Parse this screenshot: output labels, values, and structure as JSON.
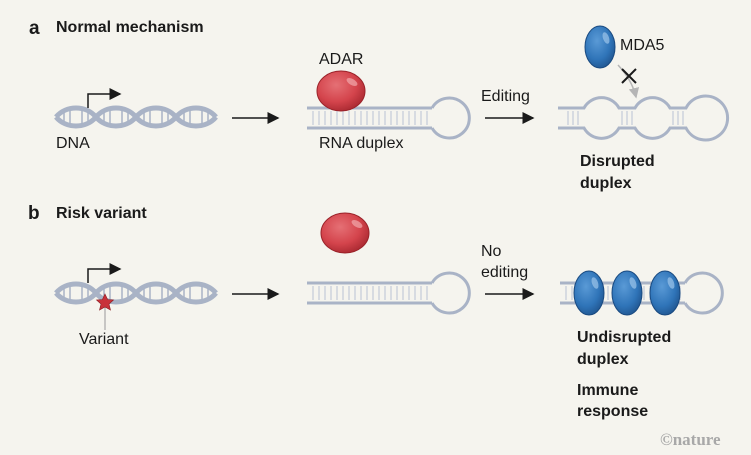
{
  "panels": [
    {
      "letter": "a",
      "title": "Normal mechanism",
      "dna_label": "DNA",
      "protein_label": "ADAR",
      "rna_label": "RNA duplex",
      "step_label": "Editing",
      "sensor_label": "MDA5",
      "outcome_line1": "Disrupted",
      "outcome_line2": "duplex"
    },
    {
      "letter": "b",
      "title": "Risk variant",
      "variant_label": "Variant",
      "step_label_line1": "No",
      "step_label_line2": "editing",
      "outcome_line1": "Undisrupted",
      "outcome_line2": "duplex",
      "consequence_line1": "Immune",
      "consequence_line2": "response"
    }
  ],
  "credit": "©nature",
  "colors": {
    "background": "#f5f4ee",
    "strand": "#a9b3c6",
    "adar": "#d4444c",
    "mda5": "#2f74b8",
    "variant_star": "#c8323a"
  }
}
